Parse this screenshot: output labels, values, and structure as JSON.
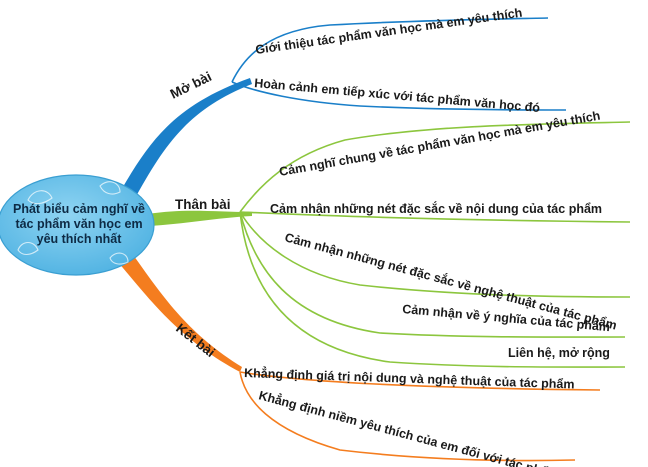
{
  "central_topic": {
    "lines": [
      "Phát biểu cảm nghĩ về",
      "tác phẩm văn học em",
      "yêu thích nhất"
    ]
  },
  "colors": {
    "mo_bai": "#1a7fc9",
    "than_bai": "#8cc63e",
    "ket_bai": "#f47d1f",
    "center_fill": "#62bde8"
  },
  "branches": [
    {
      "label": "Mở bài",
      "children": [
        "Giới thiệu tác phẩm văn học mà em yêu thích",
        "Hoàn cảnh em tiếp xúc với tác phẩm văn học đó"
      ]
    },
    {
      "label": "Thân bài",
      "children": [
        "Cảm nghĩ chung về tác phẩm văn học mà em yêu thích",
        "Cảm nhận những nét đặc sắc về nội dung của tác phẩm",
        "Cảm nhận những nét đặc sắc về nghệ thuật của tác phẩm",
        "Cảm nhận về ý nghĩa của tác phẩm",
        "Liên hệ, mở rộng"
      ]
    },
    {
      "label": "Kết bài",
      "children": [
        "Khẳng định giá trị nội dung và nghệ thuật của tác phẩm",
        "Khẳng định niềm yêu thích của em đối với tác phẩm"
      ]
    }
  ]
}
